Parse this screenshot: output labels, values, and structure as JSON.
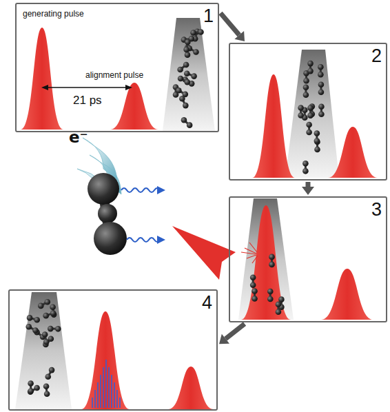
{
  "diagram": {
    "nodes": [
      {
        "text": [
          "1",
          "generating pulse",
          "alignment pulse",
          "21 ps"
        ]
      },
      {
        "text": [
          "2"
        ]
      },
      {
        "text": [
          "3"
        ]
      },
      {
        "text": [
          "4"
        ]
      }
    ],
    "edges": [
      {
        "from": 0,
        "to": 1,
        "arrow": "to"
      },
      {
        "from": 1,
        "to": 2,
        "arrow": "to"
      },
      {
        "from": 2,
        "to": 3,
        "arrow": "to"
      }
    ],
    "labels": [
      "e⁻"
    ]
  }
}
